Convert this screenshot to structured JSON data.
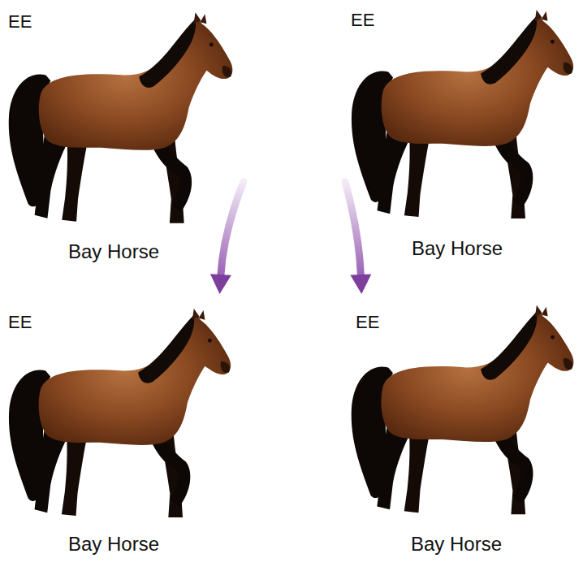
{
  "diagram": {
    "nodes": [
      {
        "text": [
          "EE",
          "Bay Horse"
        ]
      },
      {
        "text": [
          "EE",
          "Bay Horse"
        ]
      },
      {
        "text": [
          "EE",
          "Bay Horse"
        ]
      },
      {
        "text": [
          "EE",
          "Bay Horse"
        ]
      }
    ],
    "edges": [
      {
        "from": 0,
        "to": 2,
        "arrow": "to"
      },
      {
        "from": 1,
        "to": 3,
        "arrow": "to"
      }
    ]
  }
}
